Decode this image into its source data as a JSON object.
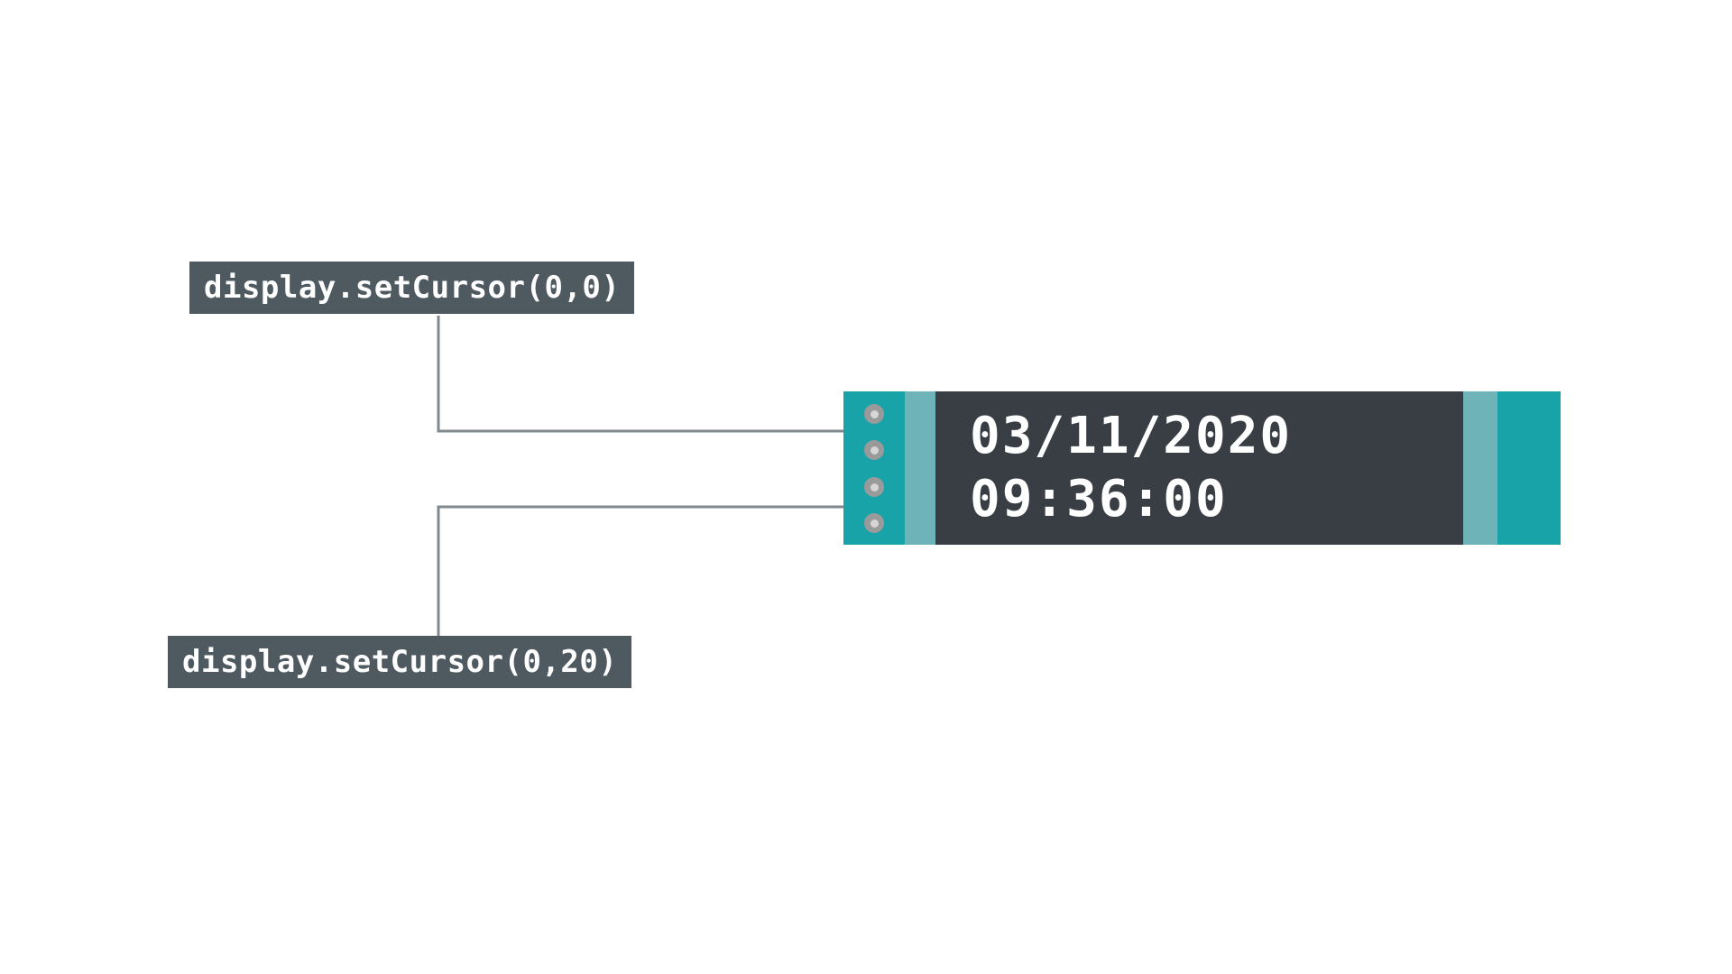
{
  "diagram": {
    "title": "display.setCursor coordinate callouts",
    "background_color": "#ffffff",
    "leader_line_color": "#808a8e"
  },
  "callouts": [
    {
      "id": "set-cursor-origin",
      "code": "display.setCursor(0,0)",
      "background_color": "#4e5a60",
      "text_color": "#ffffff",
      "points_to": "line-1-start"
    },
    {
      "id": "set-cursor-second-line",
      "code": "display.setCursor(0,20)",
      "background_color": "#4e5a60",
      "text_color": "#ffffff",
      "points_to": "line-2-start"
    }
  ],
  "device": {
    "name": "oled-display-module",
    "rail_color": "#17a3a8",
    "band_color": "#6db3b8",
    "screen_color": "#383e44",
    "screen_text_color": "#ffffff",
    "pin_color": "#9a9a9a",
    "pin_count": 4,
    "screen": {
      "line_1": "03/11/2020",
      "line_2": "09:36:00"
    }
  }
}
